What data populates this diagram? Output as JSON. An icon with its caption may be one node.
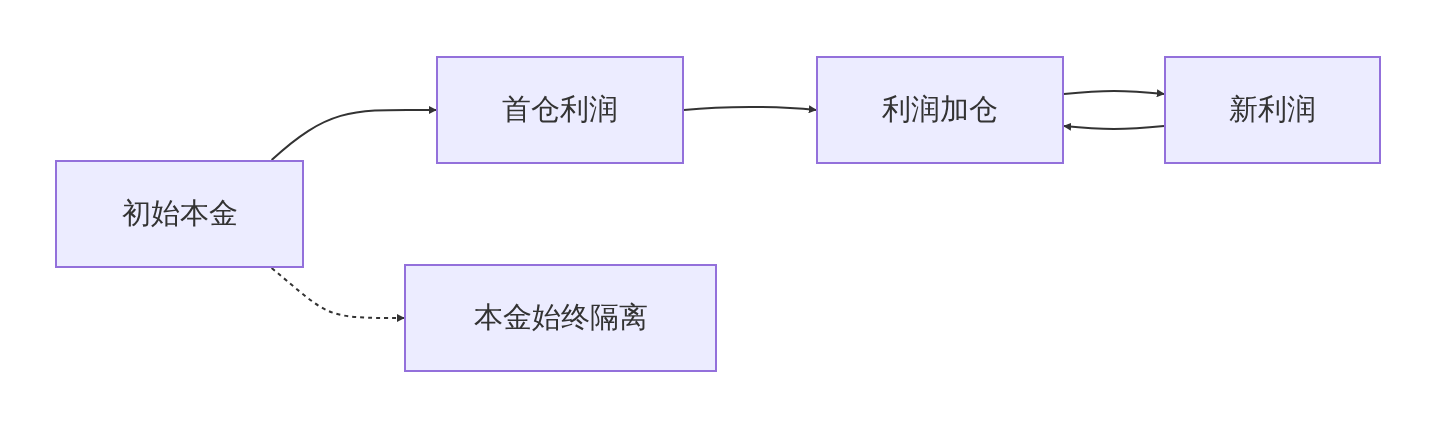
{
  "diagram": {
    "nodes": [
      {
        "text": [
          "初始本金"
        ]
      },
      {
        "text": [
          "首仓利润"
        ]
      },
      {
        "text": [
          "利润加仓"
        ]
      },
      {
        "text": [
          "新利润"
        ]
      },
      {
        "text": [
          "本金始终隔离"
        ]
      }
    ],
    "edges": [
      {
        "from": 0,
        "to": 1,
        "arrow": "to"
      },
      {
        "from": 1,
        "to": 2,
        "arrow": "to"
      },
      {
        "from": 2,
        "to": 3,
        "arrow": "to"
      },
      {
        "from": 3,
        "to": 2,
        "arrow": "to"
      },
      {
        "from": 0,
        "to": 4,
        "arrow": "to",
        "style": "dashed"
      }
    ]
  }
}
